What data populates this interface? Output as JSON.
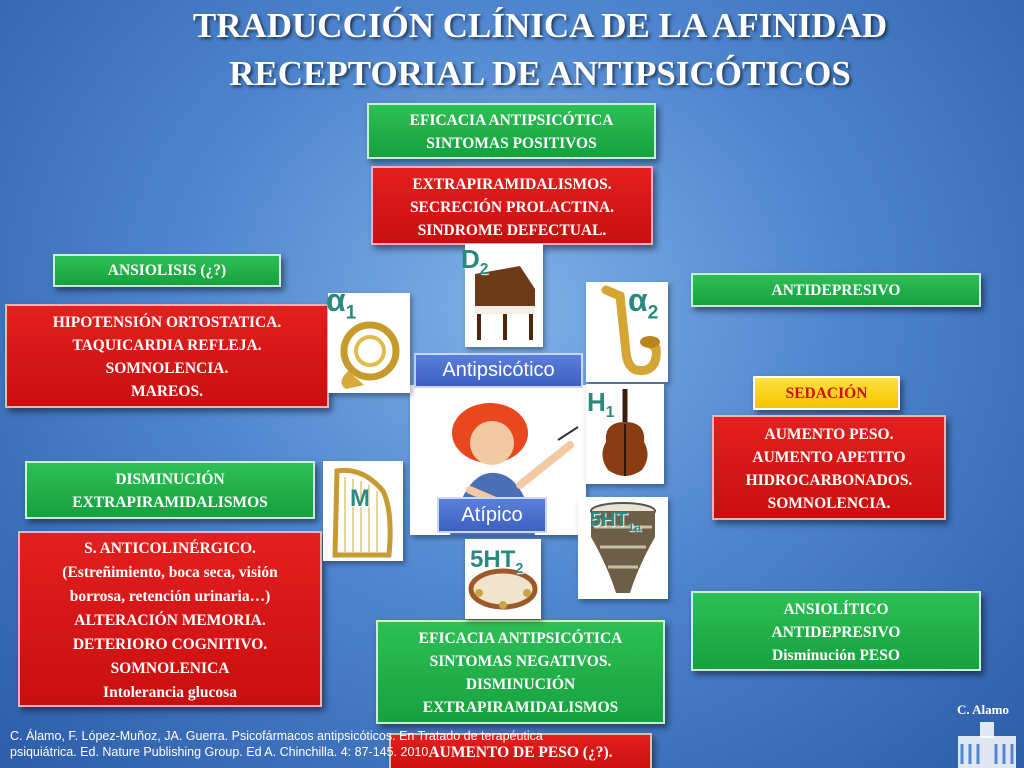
{
  "title": {
    "line1": "TRADUCCIÓN CLÍNICA DE LA AFINIDAD",
    "line2": "RECEPTORIAL DE ANTIPSICÓTICOS"
  },
  "center": {
    "antipsicotico": "Antipsicótico",
    "atipico": "Atípico"
  },
  "receptors": {
    "d2": "D",
    "d2_sub": "2",
    "alpha1": "α",
    "alpha1_sub": "1",
    "alpha2": "α",
    "alpha2_sub": "2",
    "h1": "H",
    "h1_sub": "1",
    "m": "M",
    "ht1a": "5HT",
    "ht1a_sub": "1a",
    "ht2": "5HT",
    "ht2_sub": "2"
  },
  "boxes": {
    "eficacia_positivos": [
      "EFICACIA ANTIPSICÓTICA",
      "SINTOMAS  POSITIVOS"
    ],
    "extrapiramidalismos": [
      "EXTRAPIRAMIDALISMOS.",
      "SECRECIÓN PROLACTINA.",
      "SINDROME DEFECTUAL."
    ],
    "ansiolisis": [
      "ANSIOLISIS (¿?)"
    ],
    "hipotension": [
      "HIPOTENSIÓN ORTOSTATICA.",
      "TAQUICARDIA REFLEJA.",
      "SOMNOLENCIA.",
      "MAREOS."
    ],
    "antidepresivo": [
      "ANTIDEPRESIVO"
    ],
    "sedacion": [
      "SEDACIÓN"
    ],
    "aumento_peso": [
      "AUMENTO PESO.",
      "AUMENTO APETITO",
      "HIDROCARBONADOS.",
      "SOMNOLENCIA."
    ],
    "disminucion_ep": [
      "DISMINUCIÓN",
      "EXTRAPIRAMIDALISMOS"
    ],
    "anticolinergico": [
      "S. ANTICOLINÉRGICO.",
      "(Estreñimiento, boca seca, visión",
      "borrosa, retención urinaria…)",
      "ALTERACIÓN MEMORIA.",
      "DETERIORO COGNITIVO.",
      "SOMNOLENICA",
      "Intolerancia  glucosa"
    ],
    "ansiolitico": [
      "ANSIOLÍTICO",
      "ANTIDEPRESIVO",
      "Disminución PESO"
    ],
    "eficacia_negativos": [
      "EFICACIA ANTIPSICÓTICA",
      "SINTOMAS NEGATIVOS.",
      "DISMINUCIÓN",
      "EXTRAPIRAMIDALISMOS"
    ],
    "aumento_peso_bottom": [
      "AUMENTO DE PESO (¿?)."
    ]
  },
  "reference": {
    "line1": "C.  Álamo, F. López-Muñoz, JA. Guerra. Psicofármacos antipsicóticos.  En Tratado de terapéutica",
    "line2": "psiquiátrica. Ed. Nature Publishing Group. Ed A. Chinchilla. 4: 87-145. 2010"
  },
  "author": "C. Alamo",
  "colors": {
    "green": "#16a13e",
    "red": "#c80f0f",
    "yellow": "#f6c400",
    "receptor_label": "#2a8a7f",
    "background": "#4f86cf"
  },
  "icons": [
    "piano-icon",
    "french-horn-icon",
    "saxophone-icon",
    "violin-icon",
    "harp-icon",
    "drum-icon",
    "tambourine-icon",
    "conductor-child-image",
    "building-icon"
  ]
}
